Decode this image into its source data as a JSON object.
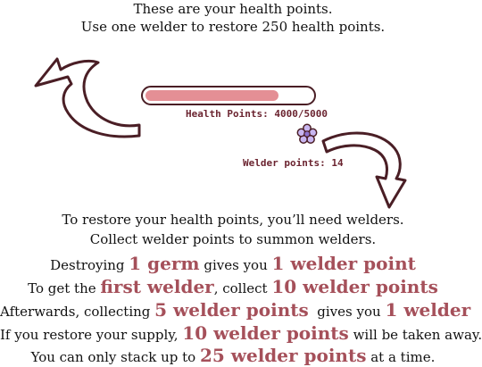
{
  "intro": {
    "line1": "These are your health points.",
    "line2": "Use one welder to restore 250 health points."
  },
  "hud": {
    "health_label": "Health Points: 4000/5000",
    "health_current": 4000,
    "health_max": 5000,
    "welder_label": "Welder points: 14",
    "bar_fill_color": "#e48f95",
    "outline_color": "#4a1e25",
    "icon": "flower-icon"
  },
  "instructions": {
    "l1": "To restore your health points, you’ll need welders.",
    "l2": "Collect welder points to summon welders.",
    "l3a": "Destroying ",
    "l3b": "1 germ",
    "l3c": " gives you ",
    "l3d": "1 welder point",
    "l4a": "To get the ",
    "l4b": "first welder",
    "l4c": ", collect ",
    "l4d": "10 welder points",
    "l5a": "Afterwards, collecting ",
    "l5b": "5 welder points",
    "l5c": "  gives you ",
    "l5d": "1 welder",
    "l6a": "If you restore your supply, ",
    "l6b": "10 welder points",
    "l6c": " will be taken away.",
    "l7a": "You can only stack up to ",
    "l7b": "25 welder points",
    "l7c": " at a time."
  },
  "colors": {
    "highlight": "#a5505a",
    "label": "#6b2430"
  }
}
